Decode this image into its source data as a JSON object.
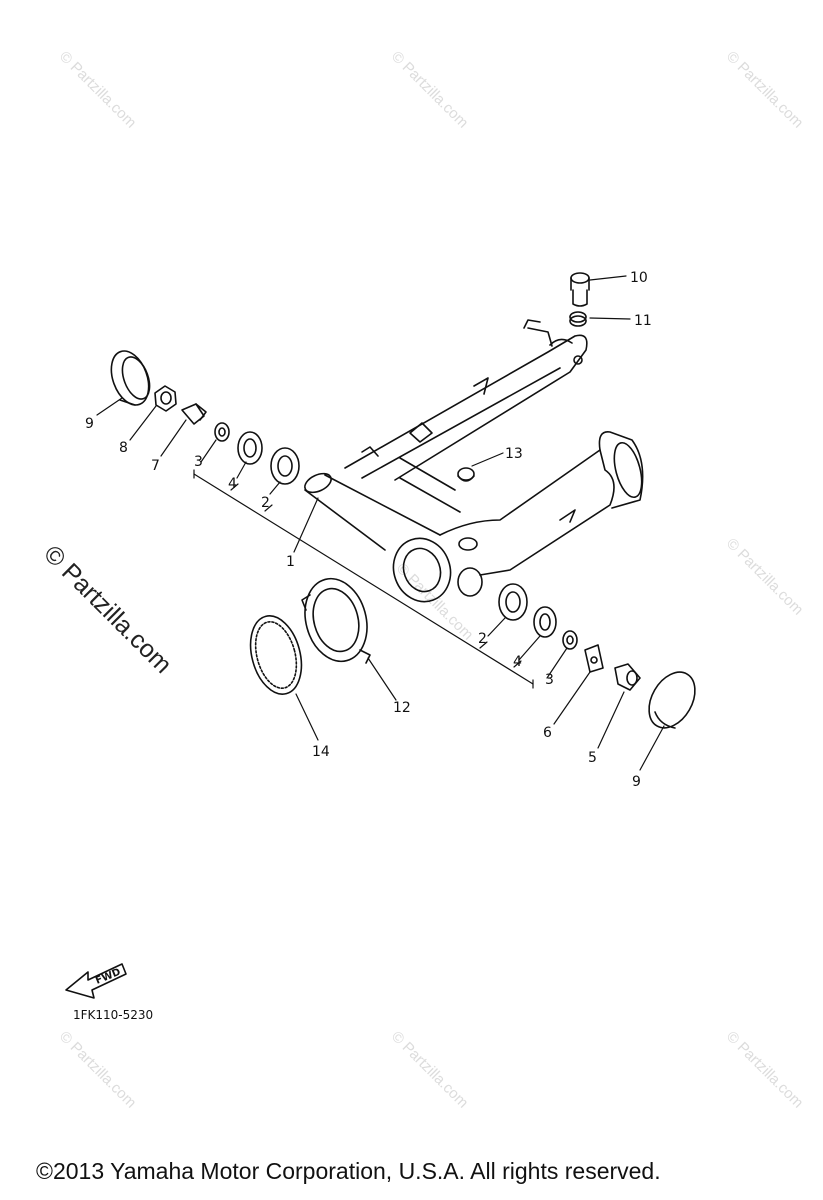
{
  "watermark_small": "© Partzilla.com",
  "watermark_large": "© Partzilla.com",
  "diagram_code": "1FK110-5230",
  "fwd_label": "FWD",
  "copyright": "©2013 Yamaha Motor Corporation, U.S.A. All rights reserved.",
  "callouts": {
    "c10": "10",
    "c11": "11",
    "c13": "13",
    "c9a": "9",
    "c8": "8",
    "c7": "7",
    "c3a": "3",
    "c4a": "4",
    "c2a": "2",
    "c1": "1",
    "c2b": "2",
    "c4b": "4",
    "c3b": "3",
    "c6": "6",
    "c5": "5",
    "c9b": "9",
    "c12": "12",
    "c14": "14"
  }
}
